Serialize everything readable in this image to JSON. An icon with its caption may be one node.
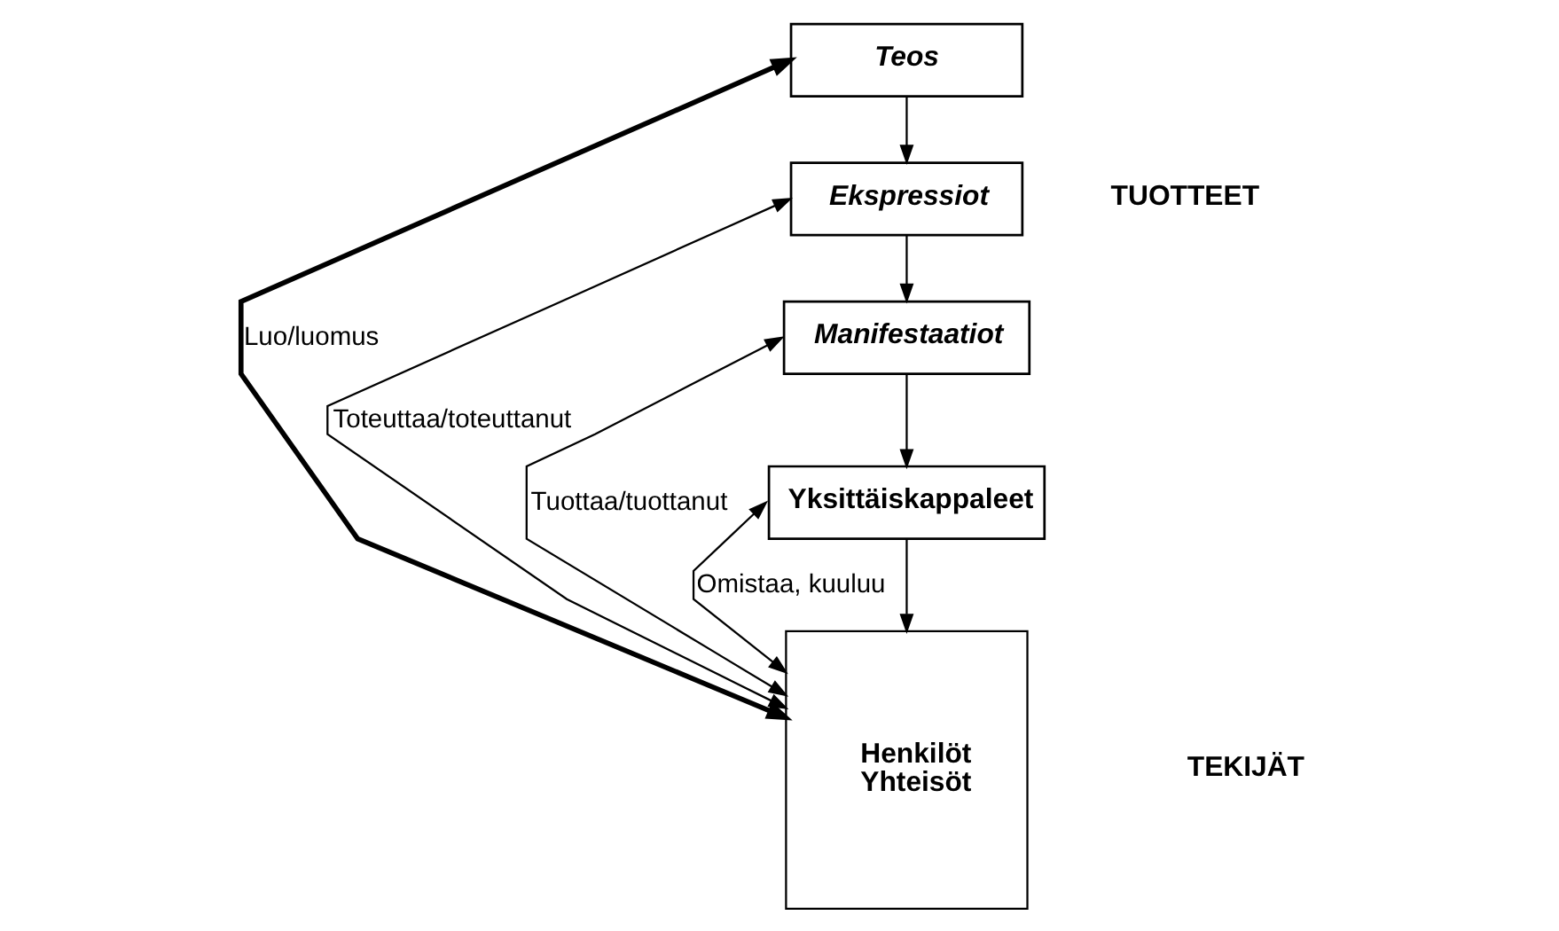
{
  "diagram": {
    "nodes": [
      {
        "text": [
          "Teos"
        ]
      },
      {
        "text": [
          "Ekspressiot"
        ]
      },
      {
        "text": [
          "Manifestaatiot"
        ]
      },
      {
        "text": [
          "Yksittäiskappaleet"
        ]
      },
      {
        "text": [
          "Henkilöt Yhteisöt"
        ]
      }
    ],
    "edges": [
      {
        "from": 0,
        "to": 1,
        "arrow": "to"
      },
      {
        "from": 1,
        "to": 2,
        "arrow": "to"
      },
      {
        "from": 2,
        "to": 3,
        "arrow": "to"
      },
      {
        "from": 3,
        "to": 4,
        "arrow": "to"
      },
      {
        "from": 3,
        "to": 4,
        "arrow": "both",
        "label": "Omistaa, kuuluu"
      },
      {
        "from": 2,
        "to": 4,
        "arrow": "both",
        "label": "Tuottaa/tuottanut"
      },
      {
        "from": 1,
        "to": 4,
        "arrow": "both",
        "label": "Toteuttaa/toteuttanut"
      },
      {
        "from": 0,
        "to": 4,
        "arrow": "both",
        "label": "Luo/luomus",
        "style": "thick"
      }
    ],
    "labels": [
      "TUOTTEET",
      "TEKIJÄT"
    ]
  }
}
